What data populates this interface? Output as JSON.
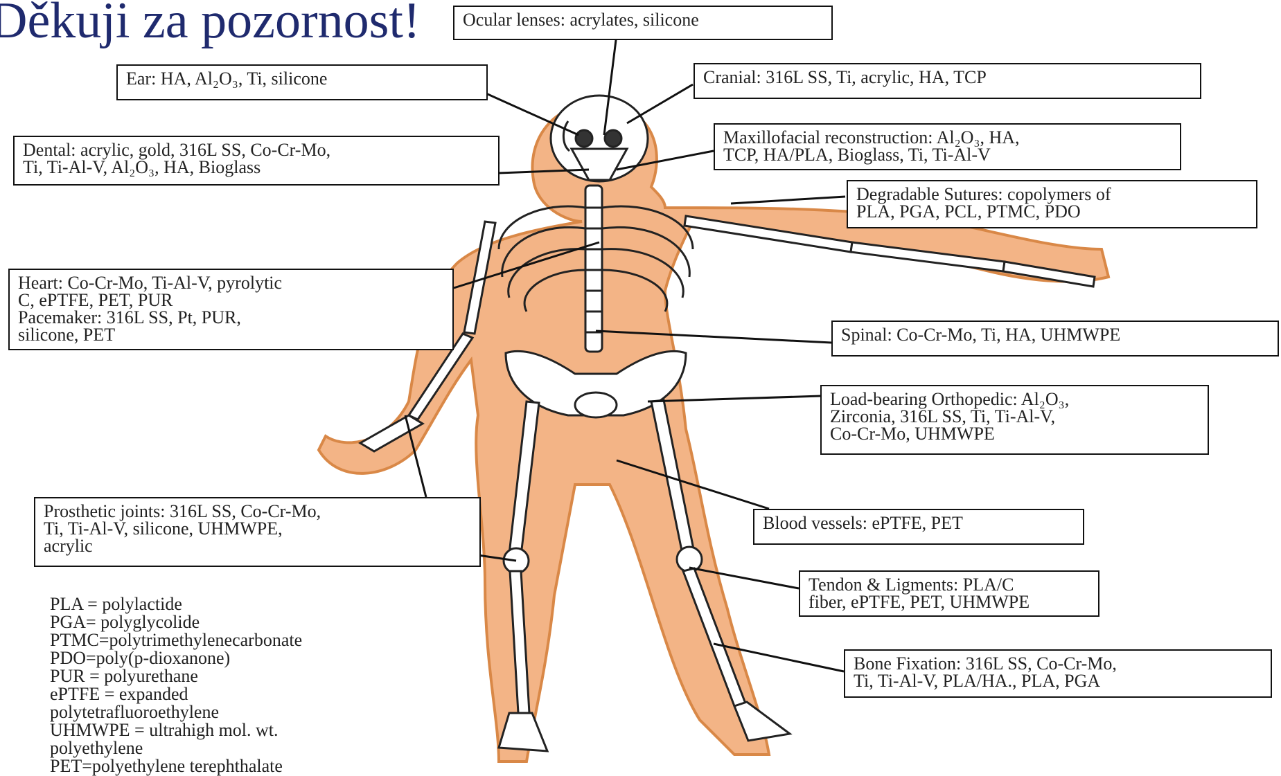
{
  "title": "Děkuji za pozornost!",
  "colors": {
    "title": "#1f2a6e",
    "body_silhouette": "#f3b486",
    "body_outline": "#d98847",
    "bone": "#ffffff",
    "bone_outline": "#222222"
  },
  "labels": [
    {
      "id": "ocular",
      "lines": [
        "Ocular lenses: acrylates, silicone"
      ]
    },
    {
      "id": "ear",
      "lines": [
        "Ear: HA, Al₂O₃, Ti, silicone"
      ]
    },
    {
      "id": "cranial",
      "lines": [
        "Cranial: 316L SS, Ti, acrylic, HA, TCP"
      ]
    },
    {
      "id": "dental",
      "lines": [
        "Dental: acrylic, gold, 316L SS, Co-Cr-Mo,",
        "Ti, Ti-Al-V, Al₂O₃, HA, Bioglass"
      ]
    },
    {
      "id": "maxillofacial",
      "lines": [
        "Maxillofacial reconstruction: Al₂O₃, HA,",
        "TCP, HA/PLA, Bioglass, Ti, Ti-Al-V"
      ]
    },
    {
      "id": "sutures",
      "lines": [
        "Degradable Sutures: copolymers of",
        "PLA, PGA, PCL, PTMC, PDO"
      ]
    },
    {
      "id": "heart",
      "lines": [
        "Heart: Co-Cr-Mo, Ti-Al-V, pyrolytic",
        "C, ePTFE, PET, PUR",
        "Pacemaker: 316L SS, Pt, PUR,",
        "silicone, PET"
      ]
    },
    {
      "id": "spinal",
      "lines": [
        "Spinal: Co-Cr-Mo, Ti, HA, UHMWPE"
      ]
    },
    {
      "id": "loadbearing",
      "lines": [
        "Load-bearing Orthopedic: Al₂O₃,",
        "Zirconia, 316L SS, Ti, Ti-Al-V,",
        "Co-Cr-Mo, UHMWPE"
      ]
    },
    {
      "id": "prosthetic",
      "lines": [
        "Prosthetic joints: 316L SS, Co-Cr-Mo,",
        "Ti, Ti-Al-V, silicone, UHMWPE,",
        "acrylic"
      ]
    },
    {
      "id": "vessels",
      "lines": [
        "Blood vessels: ePTFE, PET"
      ]
    },
    {
      "id": "tendon",
      "lines": [
        "Tendon & Ligments: PLA/C",
        "fiber, ePTFE, PET, UHMWPE"
      ]
    },
    {
      "id": "fixation",
      "lines": [
        "Bone Fixation: 316L SS, Co-Cr-Mo,",
        "Ti, Ti-Al-V, PLA/HA., PLA, PGA"
      ]
    }
  ],
  "legend": [
    "PLA = polylactide",
    "PGA= polyglycolide",
    "PTMC=polytrimethylenecarbonate",
    "PDO=poly(p-dioxanone)",
    "PUR = polyurethane",
    "ePTFE = expanded",
    "polytetrafluoroethylene",
    "UHMWPE = ultrahigh mol. wt.",
    "polyethylene",
    "PET=polyethylene terephthalate"
  ]
}
